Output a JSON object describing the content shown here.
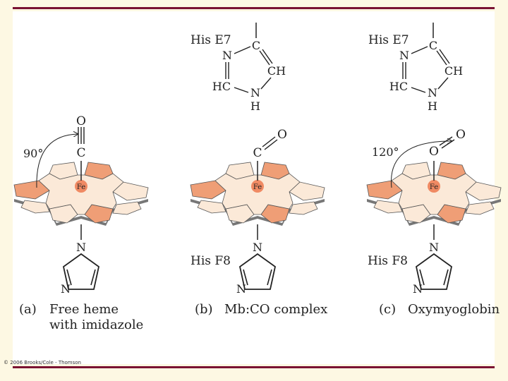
{
  "atoms": {
    "N": "N",
    "C": "C",
    "H": "H",
    "HC": "HC",
    "CH": "CH",
    "O": "O",
    "Fe": "Fe"
  },
  "residues": {
    "distal": "His E7",
    "proximal": "His F8"
  },
  "angles": {
    "a": "90°",
    "c": "120°"
  },
  "captions": [
    {
      "letter": "(a)",
      "line1": "Free heme",
      "line2": "with imidazole"
    },
    {
      "letter": "(b)",
      "line1": "Mb:CO complex",
      "line2": ""
    },
    {
      "letter": "(c)",
      "line1": "Oxymyoglobin",
      "line2": ""
    }
  ],
  "copyright": "© 2006 Brooks/Cole - Thomson",
  "colors": {
    "frame": "#7a1232",
    "background": "#fdf8e3",
    "ring_light": "#fbe9d8",
    "ring_dark": "#ef9e76",
    "fe": "#f08a63"
  }
}
